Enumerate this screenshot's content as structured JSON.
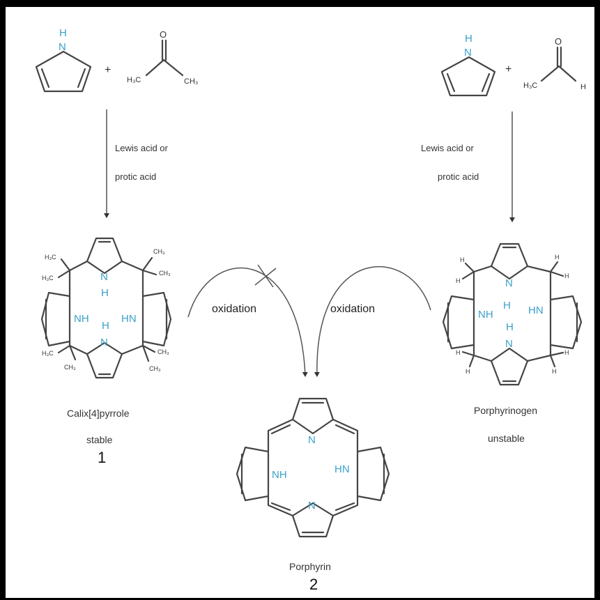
{
  "reactions": {
    "left": {
      "pyrrole_label": "N",
      "pyrrole_h": "H",
      "plus": "+",
      "reagent_left_group": "H₃C",
      "reagent_right_group": "CH₃",
      "reagent_oxygen": "O",
      "condition_line1": "Lewis acid or",
      "condition_line2": "protic acid"
    },
    "right": {
      "pyrrole_label": "N",
      "pyrrole_h": "H",
      "plus": "+",
      "reagent_left_group": "H₃C",
      "reagent_right_group": "H",
      "reagent_oxygen": "O",
      "condition_line1": "Lewis acid or",
      "condition_line2": "protic acid"
    }
  },
  "calix": {
    "name": "Calix[4]pyrrole",
    "status": "stable",
    "number": "1",
    "methyl": "CH₃",
    "methyl_left": "H₃C",
    "nh": "NH",
    "hn": "HN",
    "n": "N",
    "h": "H"
  },
  "porphyrinogen": {
    "name": "Porphyrinogen",
    "status": "unstable",
    "nh": "NH",
    "hn": "HN",
    "n": "N",
    "h": "H"
  },
  "porphyrin": {
    "name": "Porphyrin",
    "number": "2",
    "nh": "NH",
    "hn": "HN",
    "n": "N"
  },
  "oxidation": {
    "left_label": "oxidation",
    "right_label": "oxidation"
  },
  "colors": {
    "heteroatom": "#3aa0c8",
    "bond": "#444444",
    "frame": "#000000"
  }
}
